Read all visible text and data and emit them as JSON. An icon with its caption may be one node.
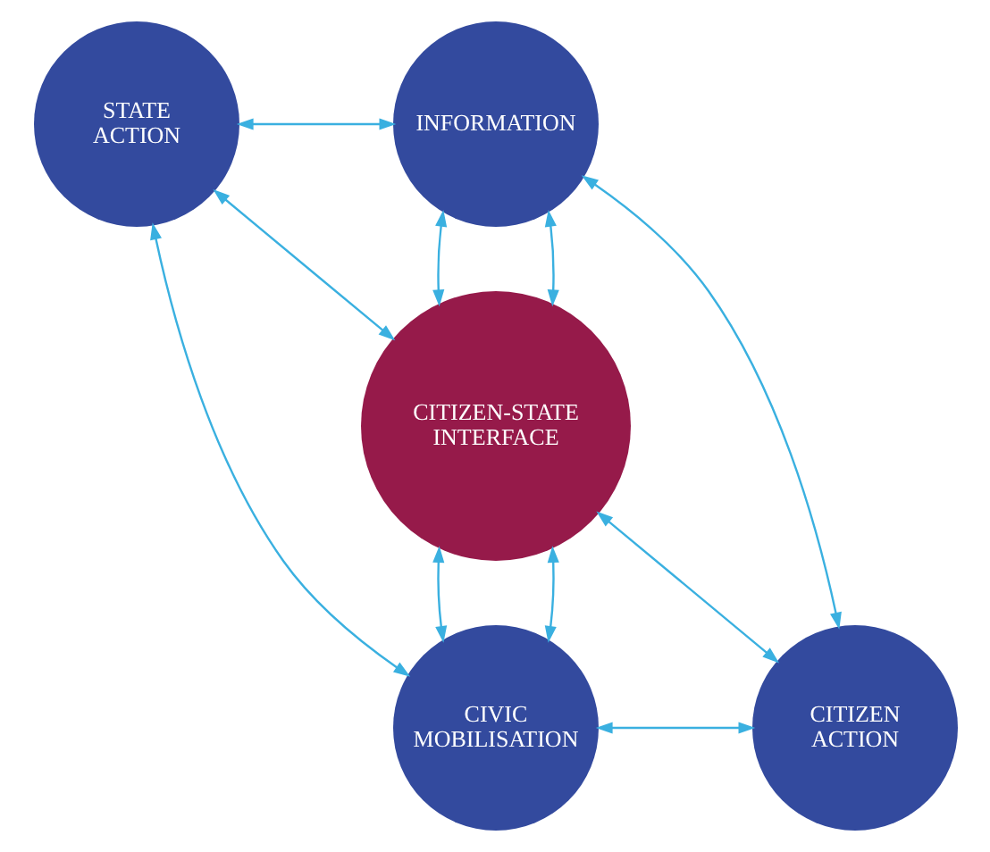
{
  "diagram": {
    "nodes": [
      {
        "text": [
          "STATE ACTION"
        ]
      },
      {
        "text": [
          "INFORMATION"
        ]
      },
      {
        "text": [
          "CITIZEN-STATE INTERFACE"
        ]
      },
      {
        "text": [
          "CIVIC MOBILISATION"
        ]
      },
      {
        "text": [
          "CITIZEN ACTION"
        ]
      }
    ],
    "edges": [
      {
        "from": 0,
        "to": 1,
        "arrow": "both"
      },
      {
        "from": 0,
        "to": 2,
        "arrow": "both"
      },
      {
        "from": 1,
        "to": 2,
        "arrow": "both"
      },
      {
        "from": 2,
        "to": 1,
        "arrow": "both"
      },
      {
        "from": 0,
        "to": 3,
        "arrow": "both"
      },
      {
        "from": 1,
        "to": 4,
        "arrow": "both"
      },
      {
        "from": 2,
        "to": 3,
        "arrow": "both"
      },
      {
        "from": 3,
        "to": 2,
        "arrow": "both"
      },
      {
        "from": 2,
        "to": 4,
        "arrow": "both"
      },
      {
        "from": 3,
        "to": 4,
        "arrow": "both"
      }
    ]
  }
}
